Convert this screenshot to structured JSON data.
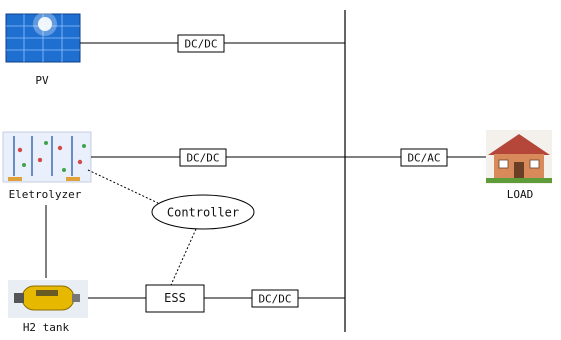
{
  "nodes": {
    "pv": {
      "label": "PV",
      "icon": "solar-panel-icon"
    },
    "electrolyzer": {
      "label": "Eletrolyzer",
      "icon": "electrolyzer-icon"
    },
    "h2_tank": {
      "label": "H2 tank",
      "icon": "gas-cylinder-icon"
    },
    "load": {
      "label": "LOAD",
      "icon": "house-icon"
    }
  },
  "converters": {
    "pv_dcdc": "DC/DC",
    "ely_dcdc": "DC/DC",
    "ess_dcdc": "DC/DC",
    "load_dcac": "DC/AC"
  },
  "controller": "Controller",
  "ess": "ESS",
  "colors": {
    "line": "#000000",
    "solar_blue": "#1f6fd1",
    "tank_yellow": "#e6b800",
    "house_red": "#b5473a"
  }
}
